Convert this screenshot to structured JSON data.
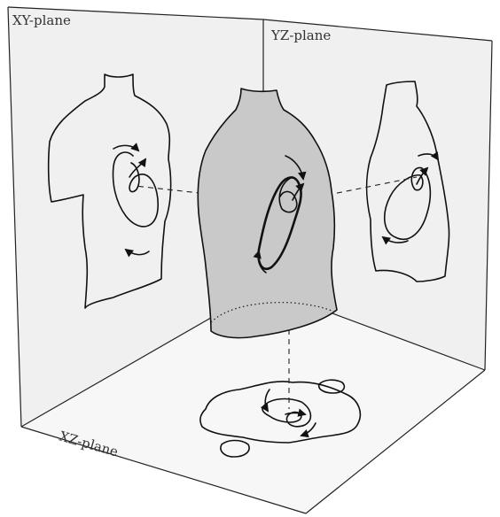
{
  "planes": {
    "xy": "XY-plane",
    "yz": "YZ-plane",
    "xz": "XZ-plane"
  },
  "colors": {
    "walls": "#f0f0f0",
    "torso_fill": "#c9c9c9",
    "lines": "#111111"
  }
}
